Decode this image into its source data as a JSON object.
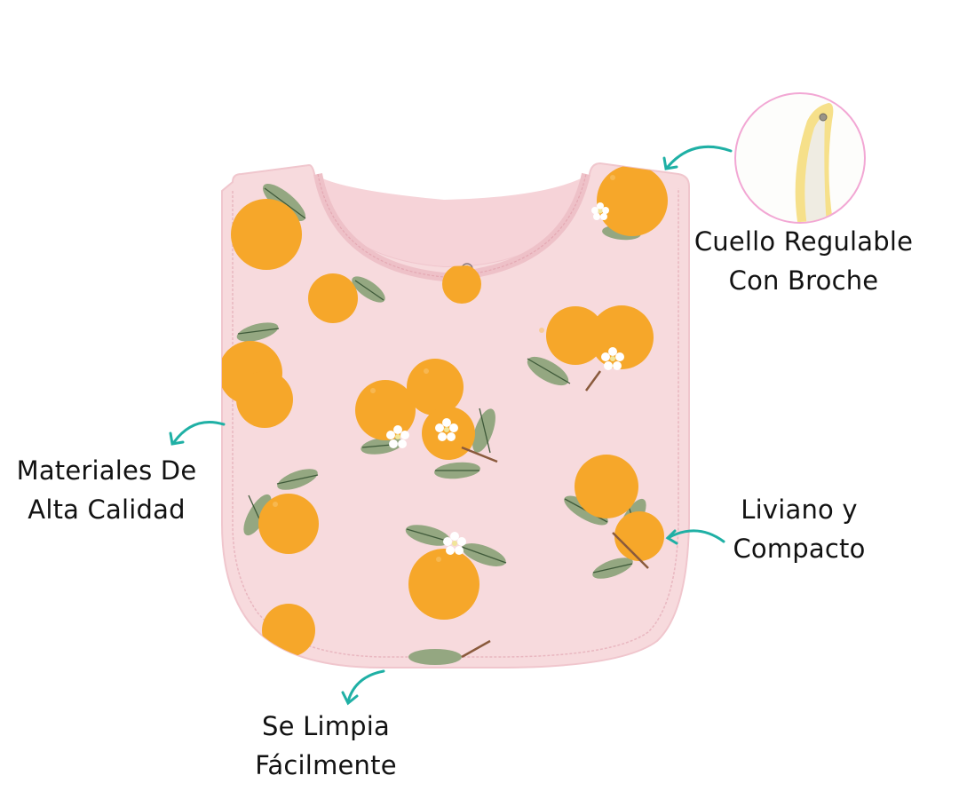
{
  "product": {
    "name": "Baby bib with orange print",
    "base_color": "#f7d9dc",
    "trim_color": "#f5cdd3",
    "print_colors": {
      "orange": "#f5a623",
      "leaf": "#93a67f",
      "leaf_dark": "#3f5a3a",
      "flower": "#ffffff",
      "stem": "#8a5a3c"
    }
  },
  "detail_inset": {
    "description": "Close-up of adjustable neck strap with snap",
    "border_color": "#f2a7d4",
    "strap_color": "#f6e08a",
    "inner_color": "#efece2"
  },
  "arrow_color": "#1fb0a5",
  "features": {
    "collar": {
      "line1": "Cuello Regulable",
      "line2": "Con Broche"
    },
    "material": {
      "line1": "Materiales De",
      "line2": "Alta Calidad"
    },
    "light": {
      "line1": "Liviano y",
      "line2": "Compacto"
    },
    "clean": {
      "line1": "Se Limpia",
      "line2": "Fácilmente"
    }
  }
}
